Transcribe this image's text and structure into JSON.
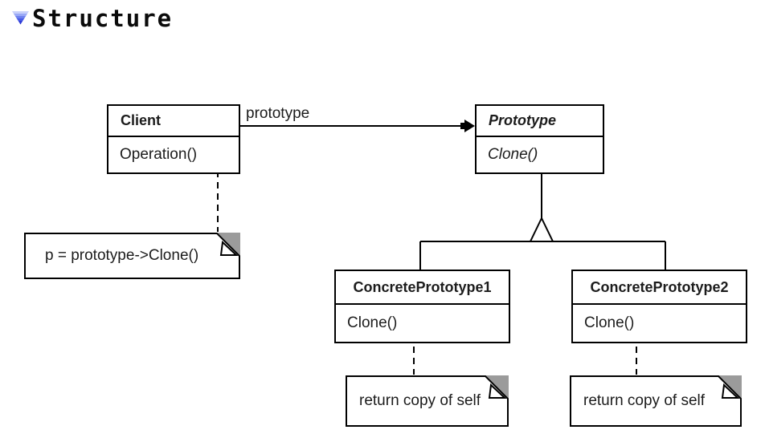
{
  "header": {
    "title": "Structure"
  },
  "colors": {
    "line": "#000000",
    "text": "#1c1c1c",
    "note_fold": "#9b9b9b",
    "disclosure_stripes": [
      "#c7d0fa",
      "#9aa9f6",
      "#6d80ee",
      "#4a5ce7",
      "#2e3cd9",
      "#1d27c2"
    ]
  },
  "diagram": {
    "classes": [
      {
        "name": "Client",
        "methods": [
          "Operation()"
        ]
      },
      {
        "name": "Prototype",
        "methods": [
          "Clone()"
        ]
      },
      {
        "name": "ConcretePrototype1",
        "methods": [
          "Clone()"
        ]
      },
      {
        "name": "ConcretePrototype2",
        "methods": [
          "Clone()"
        ]
      }
    ],
    "association": {
      "label": "prototype"
    },
    "notes": [
      {
        "text": "p = prototype->Clone()"
      },
      {
        "text": "return copy of self"
      },
      {
        "text": "return copy of self"
      }
    ]
  }
}
